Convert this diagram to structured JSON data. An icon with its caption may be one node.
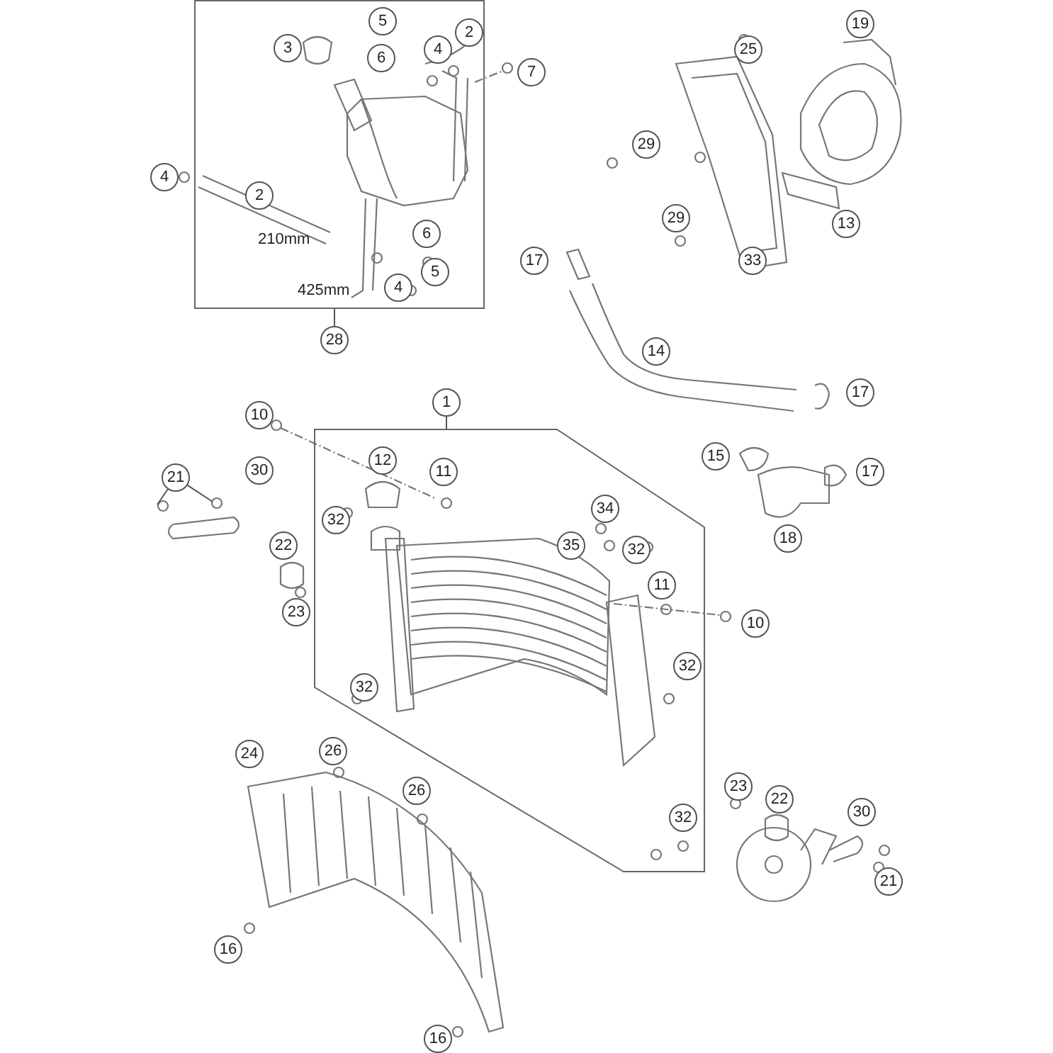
{
  "diagram": {
    "nodes": [
      {
        "text": [],
        "shape": "box"
      },
      {
        "text": [
          "5"
        ],
        "in": 0
      },
      {
        "text": [
          "19"
        ]
      },
      {
        "text": [
          "2"
        ],
        "in": 0
      },
      {
        "text": [
          "3"
        ],
        "in": 0
      },
      {
        "text": [
          "4"
        ],
        "in": 0
      },
      {
        "text": [
          "25"
        ]
      },
      {
        "text": [
          "6"
        ],
        "in": 0
      },
      {
        "text": [
          "7"
        ]
      },
      {
        "text": [
          "29"
        ]
      },
      {
        "text": [
          "4"
        ]
      },
      {
        "text": [
          "2"
        ],
        "in": 0
      },
      {
        "text": [
          "29"
        ]
      },
      {
        "text": [
          "13"
        ]
      },
      {
        "text": [
          "6"
        ],
        "in": 0
      },
      {
        "text": [
          "17"
        ]
      },
      {
        "text": [
          "33"
        ]
      },
      {
        "text": [
          "5"
        ],
        "in": 0
      },
      {
        "text": [
          "4"
        ],
        "in": 0
      },
      {
        "text": [
          "28"
        ]
      },
      {
        "text": [
          "14"
        ]
      },
      {
        "text": [
          "17"
        ]
      },
      {
        "text": [
          "1"
        ]
      },
      {
        "text": [],
        "shape": "polygon"
      },
      {
        "text": [
          "10"
        ]
      },
      {
        "text": [
          "12"
        ],
        "in": 23
      },
      {
        "text": [
          "15"
        ]
      },
      {
        "text": [
          "30"
        ]
      },
      {
        "text": [
          "11"
        ],
        "in": 23
      },
      {
        "text": [
          "17"
        ]
      },
      {
        "text": [
          "21"
        ]
      },
      {
        "text": [
          "34"
        ],
        "in": 23
      },
      {
        "text": [
          "32"
        ],
        "in": 23
      },
      {
        "text": [
          "18"
        ]
      },
      {
        "text": [
          "35"
        ],
        "in": 23
      },
      {
        "text": [
          "22"
        ]
      },
      {
        "text": [
          "32"
        ],
        "in": 23
      },
      {
        "text": [
          "11"
        ],
        "in": 23
      },
      {
        "text": [
          "23"
        ]
      },
      {
        "text": [
          "10"
        ]
      },
      {
        "text": [
          "32"
        ],
        "in": 23
      },
      {
        "text": [
          "32"
        ],
        "in": 23
      },
      {
        "text": [
          "26"
        ]
      },
      {
        "text": [
          "24"
        ]
      },
      {
        "text": [
          "23"
        ]
      },
      {
        "text": [
          "26"
        ]
      },
      {
        "text": [
          "22"
        ]
      },
      {
        "text": [
          "30"
        ]
      },
      {
        "text": [
          "32"
        ],
        "in": 23
      },
      {
        "text": [
          "21"
        ]
      },
      {
        "text": [
          "16"
        ]
      },
      {
        "text": [
          "16"
        ]
      }
    ],
    "edges": [
      {
        "from": 19,
        "to": 0,
        "arrow": "none"
      },
      {
        "from": 22,
        "to": 23,
        "arrow": "none"
      },
      {
        "from": 30,
        "to": null,
        "arrow": "none"
      },
      {
        "from": 30,
        "to": null,
        "arrow": "none"
      }
    ],
    "labels": [
      "210mm",
      "425mm"
    ]
  }
}
